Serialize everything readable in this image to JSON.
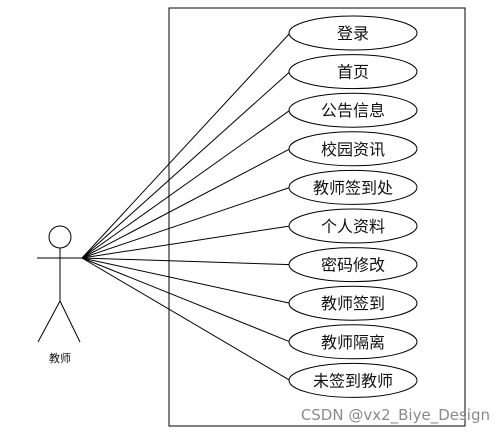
{
  "diagram": {
    "type": "use-case",
    "actor": {
      "label": "教师",
      "icon": "stick-figure-icon"
    },
    "use_cases": [
      {
        "label": "登录"
      },
      {
        "label": "首页"
      },
      {
        "label": "公告信息"
      },
      {
        "label": "校园资讯"
      },
      {
        "label": "教师签到处"
      },
      {
        "label": "个人资料"
      },
      {
        "label": "密码修改"
      },
      {
        "label": "教师签到"
      },
      {
        "label": "教师隔离"
      },
      {
        "label": "未签到教师"
      }
    ],
    "line_color": "#000000",
    "background": "#ffffff"
  },
  "watermark": {
    "text": "CSDN @vx2_Biye_Design",
    "color": "#8a8a8a"
  }
}
